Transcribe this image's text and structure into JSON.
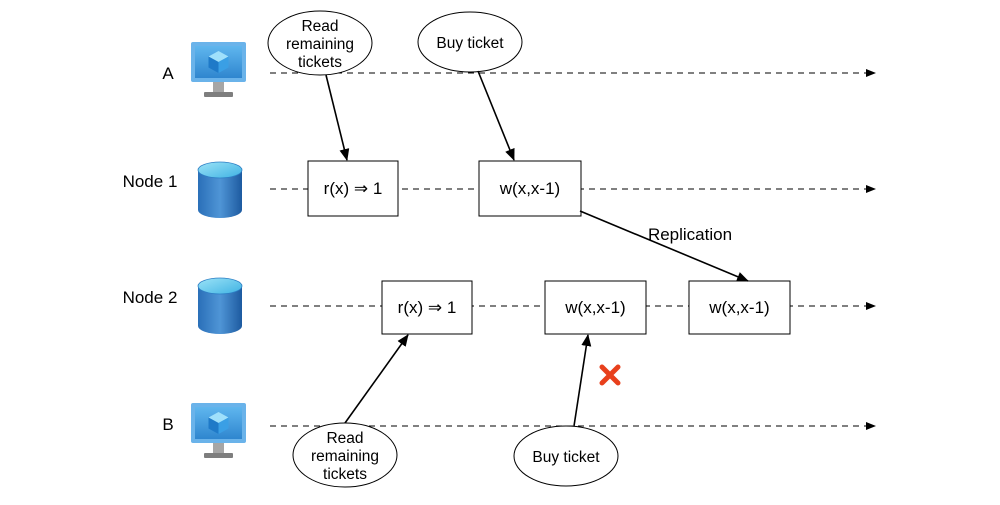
{
  "lanes": {
    "a": {
      "label": "A"
    },
    "node1": {
      "label": "Node 1"
    },
    "node2": {
      "label": "Node 2"
    },
    "b": {
      "label": "B"
    }
  },
  "operations": {
    "node1_read": "r(x) ⇒ 1",
    "node1_write": "w(x,x-1)",
    "node2_read": "r(x) ⇒ 1",
    "node2_write": "w(x,x-1)",
    "node2_replicated_write": "w(x,x-1)"
  },
  "requests": {
    "a_read": [
      "Read",
      "remaining",
      "tickets"
    ],
    "a_buy": "Buy ticket",
    "b_read": [
      "Read",
      "remaining",
      "tickets"
    ],
    "b_buy": "Buy ticket"
  },
  "edges": {
    "replication": "Replication"
  },
  "icons": {
    "client": "monitor-cube-icon",
    "database": "database-cylinder-icon",
    "failure": "red-x-icon"
  },
  "colors": {
    "failure": "#e8401c",
    "db_dark": "#1f5fa8",
    "db_light": "#67c8ec",
    "monitor": "#4aa3e0"
  }
}
